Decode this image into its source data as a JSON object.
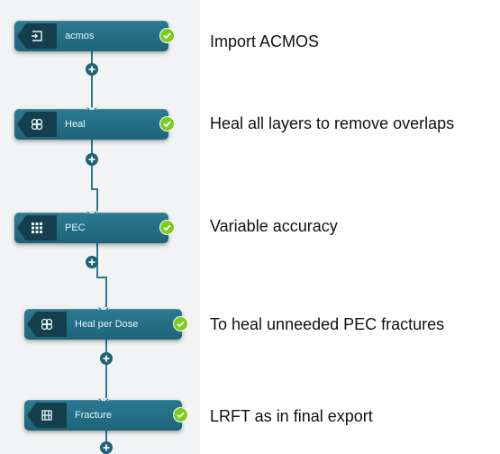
{
  "workflow": {
    "nodes": [
      {
        "label": "acmos",
        "icon": "import-icon",
        "status": "done",
        "status_color": "#7ccc1e"
      },
      {
        "label": "Heal",
        "icon": "heal-icon",
        "status": "done",
        "status_color": "#7ccc1e"
      },
      {
        "label": "PEC",
        "icon": "pec-grid-icon",
        "status": "done",
        "status_color": "#7ccc1e"
      },
      {
        "label": "Heal per Dose",
        "icon": "heal-icon",
        "status": "done",
        "status_color": "#7ccc1e"
      },
      {
        "label": "Fracture",
        "icon": "fracture-icon",
        "status": "done",
        "status_color": "#7ccc1e"
      }
    ],
    "accent_color": "#1e6479",
    "add_button_icon": "plus-icon"
  },
  "notes": [
    "Import ACMOS",
    "Heal all layers to remove overlaps",
    "Variable accuracy",
    "To heal unneeded PEC fractures",
    "LRFT as in final export"
  ]
}
